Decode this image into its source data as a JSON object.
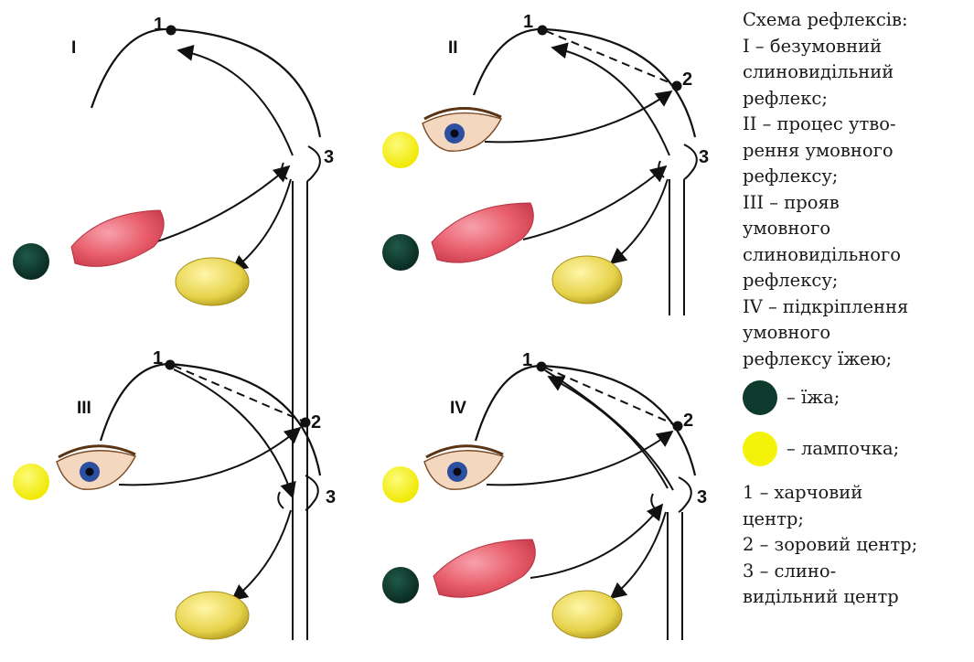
{
  "panels": [
    {
      "roman": "I",
      "n1": "1",
      "n3": "3"
    },
    {
      "roman": "II",
      "n1": "1",
      "n2": "2",
      "n3": "3"
    },
    {
      "roman": "III",
      "n1": "1",
      "n2": "2",
      "n3": "3"
    },
    {
      "roman": "IV",
      "n1": "1",
      "n2": "2",
      "n3": "3"
    }
  ],
  "colors": {
    "food": "#0e3a2e",
    "lamp": "#f5f20a",
    "tongue": "#e85c6a",
    "gland": "#e6d24a",
    "line": "#111111"
  },
  "legend": {
    "title": "Схема рефлексів:",
    "lines": [
      "I – безумовний",
      "слиновидільний",
      "рефлекс;",
      "II – процес утво-",
      "рення умовного",
      "рефлексу;",
      "III – прояв",
      "умовного",
      "слиновидільного",
      "рефлексу;",
      "IV – підкріплення",
      "умовного",
      "рефлексу їжею;"
    ],
    "food_label": "– їжа;",
    "lamp_label": "– лампочка;",
    "centers": [
      "1 – харчовий",
      "центр;",
      "2 – зоровий центр;",
      "3 – слино-",
      "видільний центр"
    ]
  }
}
